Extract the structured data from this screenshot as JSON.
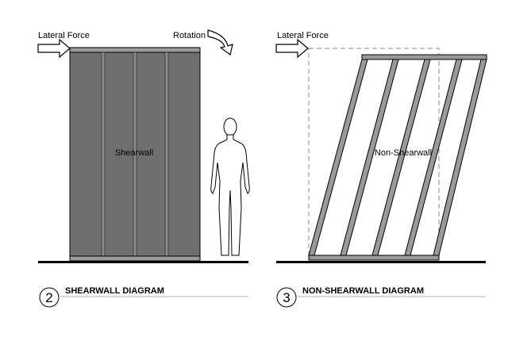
{
  "left_panel": {
    "force_label": "Lateral Force",
    "rotation_label": "Rotation",
    "wall_label": "Shearwall",
    "caption_number": "2",
    "caption_title": "SHEARWALL DIAGRAM"
  },
  "right_panel": {
    "force_label": "Lateral Force",
    "wall_label": "Non-Shearwall",
    "caption_number": "3",
    "caption_title": "NON-SHEARWALL DIAGRAM"
  },
  "colors": {
    "wall_fill": "#6f6f6f",
    "frame_fill": "#9a9a9a",
    "ground": "#000000",
    "dashed_outline": "#8a8a8a"
  }
}
